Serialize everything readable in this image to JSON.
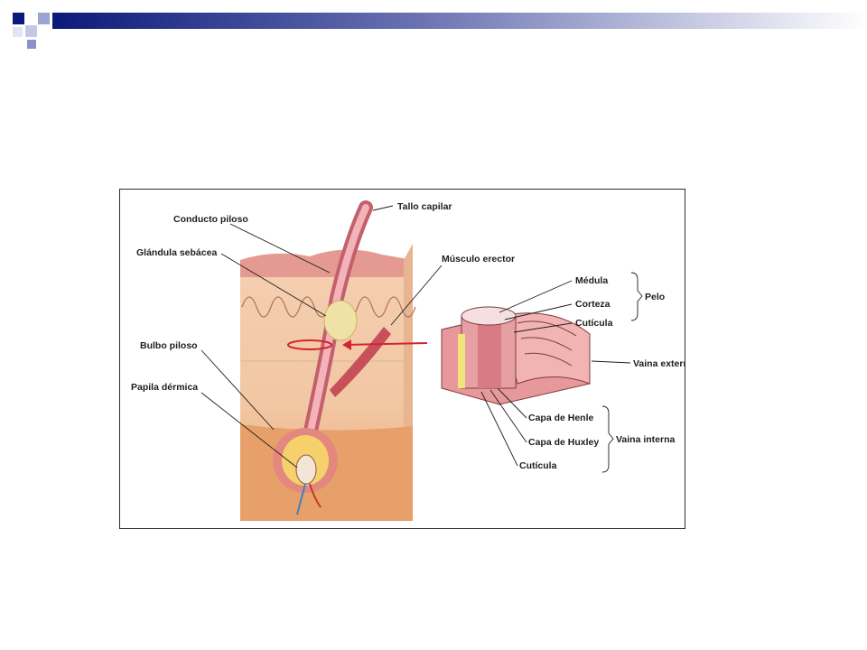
{
  "slide": {
    "colors": {
      "accent_dark": "#0b1a7a",
      "accent_mid": "#5a63a8",
      "accent_light": "#aab0d6",
      "border": "#2b2b2b"
    }
  },
  "diagram": {
    "labels": {
      "tallo_capilar": "Tallo capilar",
      "conducto_piloso": "Conducto piloso",
      "glandula_sebacea": "Glándula sebácea",
      "musculo_erector": "Músculo erector",
      "bulbo_piloso": "Bulbo piloso",
      "papila_dermica": "Papila dérmica",
      "medula": "Médula",
      "corteza": "Corteza",
      "cuticula_pelo": "Cutícula",
      "pelo": "Pelo",
      "vaina_externa": "Vaina externa",
      "capa_henle": "Capa de Henle",
      "capa_huxley": "Capa de Huxley",
      "cuticula_vaina": "Cutícula",
      "vaina_interna": "Vaina interna"
    }
  }
}
